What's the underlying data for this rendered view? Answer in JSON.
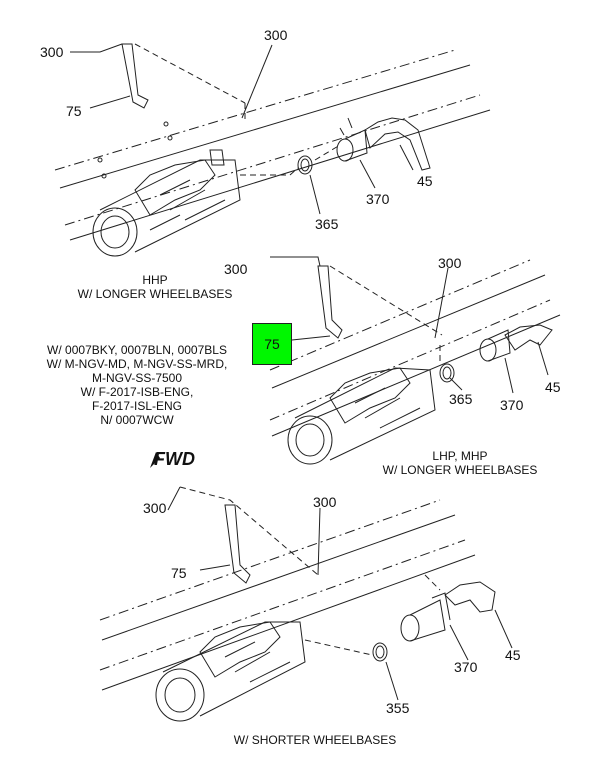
{
  "views": [
    {
      "caption_lines": [
        "HHP",
        "W/ LONGER WHEELBASES"
      ],
      "callouts": [
        "300",
        "300",
        "75",
        "45",
        "370",
        "365"
      ]
    },
    {
      "caption_lines": [
        "LHP, MHP",
        "W/ LONGER WHEELBASES"
      ],
      "callouts": [
        "300",
        "300",
        "75",
        "45",
        "370",
        "365"
      ]
    },
    {
      "caption_lines": [
        "W/ SHORTER WHEELBASES"
      ],
      "callouts": [
        "300",
        "300",
        "75",
        "45",
        "370",
        "355"
      ]
    }
  ],
  "highlight": {
    "label": "75",
    "color": "#00f700"
  },
  "notes": [
    "W/ 0007BKY, 0007BLN, 0007BLS",
    "W/ M-NGV-MD, M-NGV-SS-MRD,",
    "M-NGV-SS-7500",
    "W/ F-2017-ISB-ENG,",
    "F-2017-ISL-ENG",
    "N/ 0007WCW"
  ],
  "direction_label": "FWD",
  "icons": [
    "forward-arrow-icon"
  ]
}
